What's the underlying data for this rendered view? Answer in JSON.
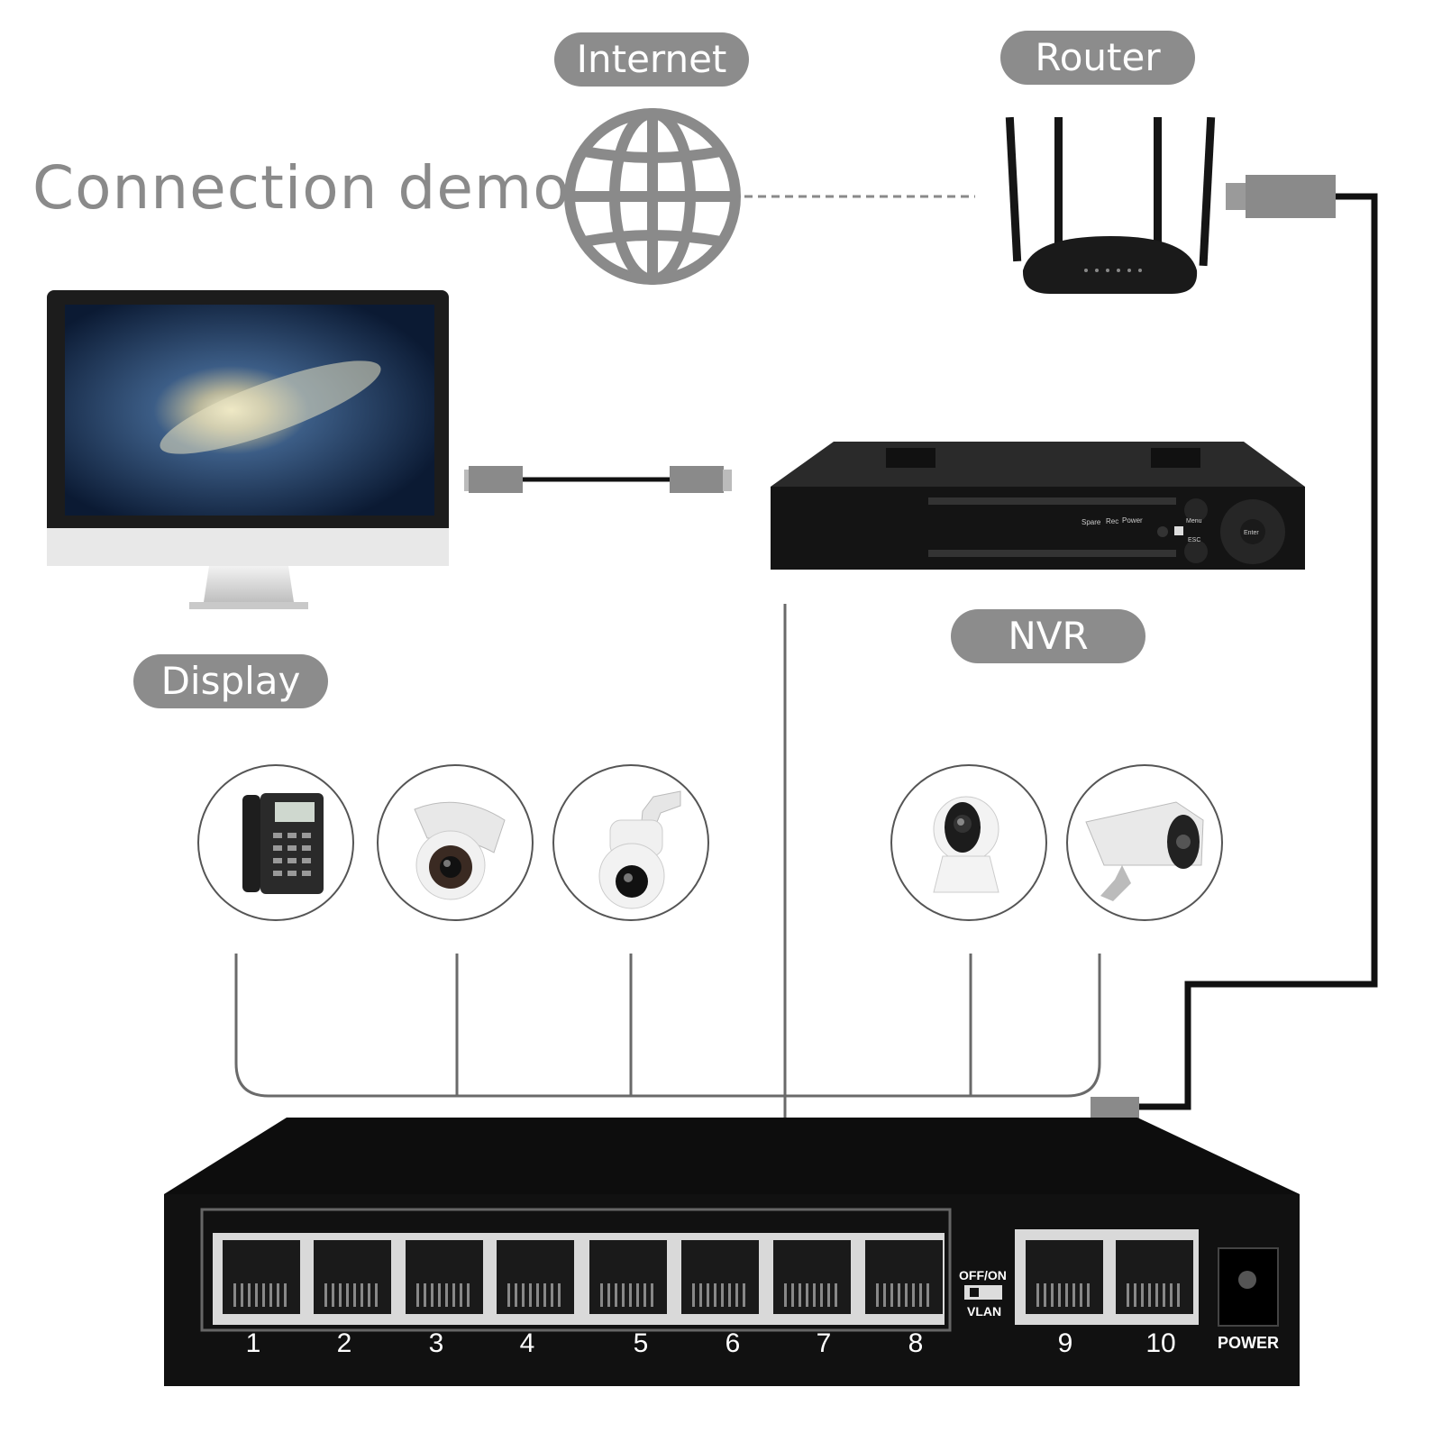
{
  "title": "Connection demo",
  "labels": {
    "internet": "Internet",
    "router": "Router",
    "display": "Display",
    "nvr": "NVR"
  },
  "nvr_panel": {
    "spare": "Spare",
    "rec": "Rec",
    "power": "Power",
    "menu": "Menu",
    "esc": "ESC",
    "enter": "Enter"
  },
  "switch": {
    "ports_group_a": [
      "1",
      "2",
      "3",
      "4",
      "5",
      "6",
      "7",
      "8"
    ],
    "ports_group_b": [
      "9",
      "10"
    ],
    "switch_label_top": "OFF/ON",
    "switch_label_bottom": "VLAN",
    "power_label": "POWER"
  },
  "devices": [
    {
      "name": "ip-phone-icon"
    },
    {
      "name": "dome-camera-icon"
    },
    {
      "name": "ptz-camera-icon"
    },
    {
      "name": "indoor-camera-icon"
    },
    {
      "name": "bullet-camera-icon"
    }
  ],
  "colors": {
    "pill": "#8c8c8c",
    "line": "#6a6a6a",
    "device_body": "#111111"
  }
}
